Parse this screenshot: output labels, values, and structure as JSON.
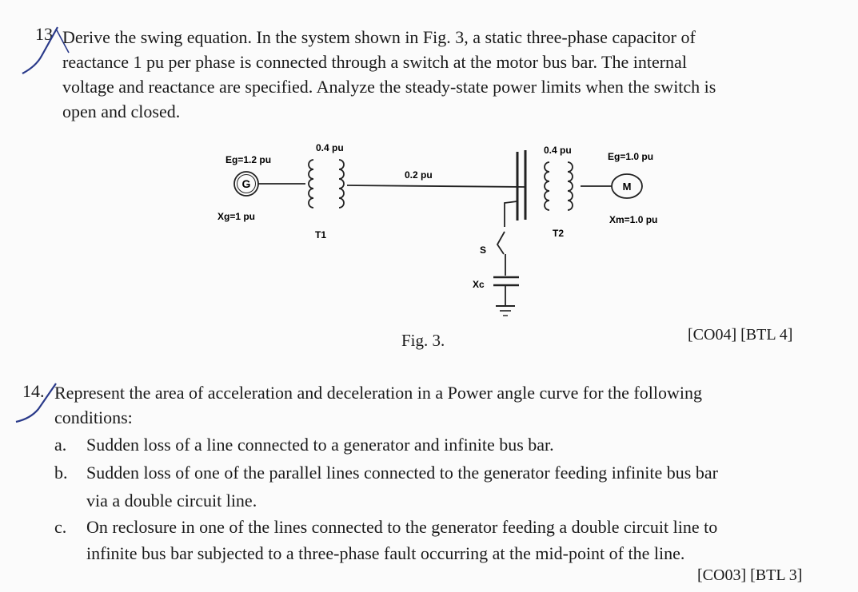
{
  "q13": {
    "number": "13",
    "lines": [
      "Derive the swing equation. In the system shown in Fig. 3, a static three-phase capacitor of",
      "reactance 1 pu per phase is connected through a switch at the motor bus bar. The internal",
      "voltage and reactance are specified. Analyze the steady-state power limits when the switch is",
      "open and closed."
    ],
    "caption": "Fig. 3.",
    "tags": "[CO04] [BTL 4]"
  },
  "diagram": {
    "gen_emf": "Eg=1.2 pu",
    "gen_reactance": "Xg=1 pu",
    "gen_symbol": "G",
    "t1_reactance": "0.4 pu",
    "t1_label": "T1",
    "line_reactance": "0.2 pu",
    "t2_reactance": "0.4 pu",
    "t2_label": "T2",
    "motor_emf": "Eg=1.0 pu",
    "motor_reactance": "Xm=1.0 pu",
    "motor_symbol": "M",
    "switch_label": "S",
    "capacitor_label": "Xc"
  },
  "q14": {
    "number": "14.",
    "lines": [
      "Represent the area of acceleration and deceleration in a Power angle curve for the following",
      "conditions:"
    ],
    "items": [
      {
        "letter": "a.",
        "lines": [
          "Sudden loss of a line connected to a generator and infinite bus bar."
        ]
      },
      {
        "letter": "b.",
        "lines": [
          "Sudden loss of one of the parallel lines connected to the generator feeding infinite bus bar",
          "via a double circuit line."
        ]
      },
      {
        "letter": "c.",
        "lines": [
          "On reclosure in one of the lines connected to the generator feeding a double circuit line to",
          "infinite bus bar subjected to a three-phase fault occurring at the mid-point of the line."
        ]
      }
    ],
    "tags": "[CO03] [BTL 3]"
  }
}
